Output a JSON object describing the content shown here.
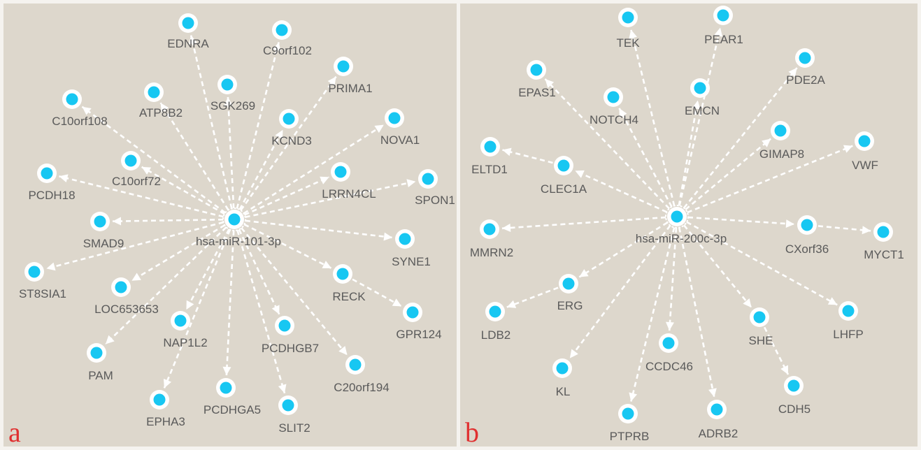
{
  "colors": {
    "node_fill": "#17c7f2",
    "node_ring": "#ffffff",
    "edge": "#ffffff",
    "panel_bg": "#ddd7cc",
    "text": "#5a5a5a",
    "panel_label": "#e03030"
  },
  "panels": [
    {
      "label": "a",
      "hub": "hsa-miR-101-3p",
      "targets": [
        "EDNRA",
        "C9orf102",
        "PRIMA1",
        "SGK269",
        "ATP8B2",
        "C10orf108",
        "KCND3",
        "NOVA1",
        "LRRN4CL",
        "C10orf72",
        "PCDH18",
        "SPON1",
        "SMAD9",
        "SYNE1",
        "ST8SIA1",
        "LOC653653",
        "RECK",
        "GPR124",
        "NAP1L2",
        "PCDHGB7",
        "PAM",
        "C20orf194",
        "EPHA3",
        "PCDHGA5",
        "SLIT2"
      ]
    },
    {
      "label": "b",
      "hub": "hsa-miR-200c-3p",
      "targets": [
        "TEK",
        "PEAR1",
        "EPAS1",
        "PDE2A",
        "NOTCH4",
        "EMCN",
        "GIMAP8",
        "ELTD1",
        "VWF",
        "CLEC1A",
        "MMRN2",
        "CXorf36",
        "MYCT1",
        "ERG",
        "LDB2",
        "LHFP",
        "SHE",
        "CCDC46",
        "KL",
        "CDH5",
        "PTPRB",
        "ADRB2"
      ]
    }
  ]
}
